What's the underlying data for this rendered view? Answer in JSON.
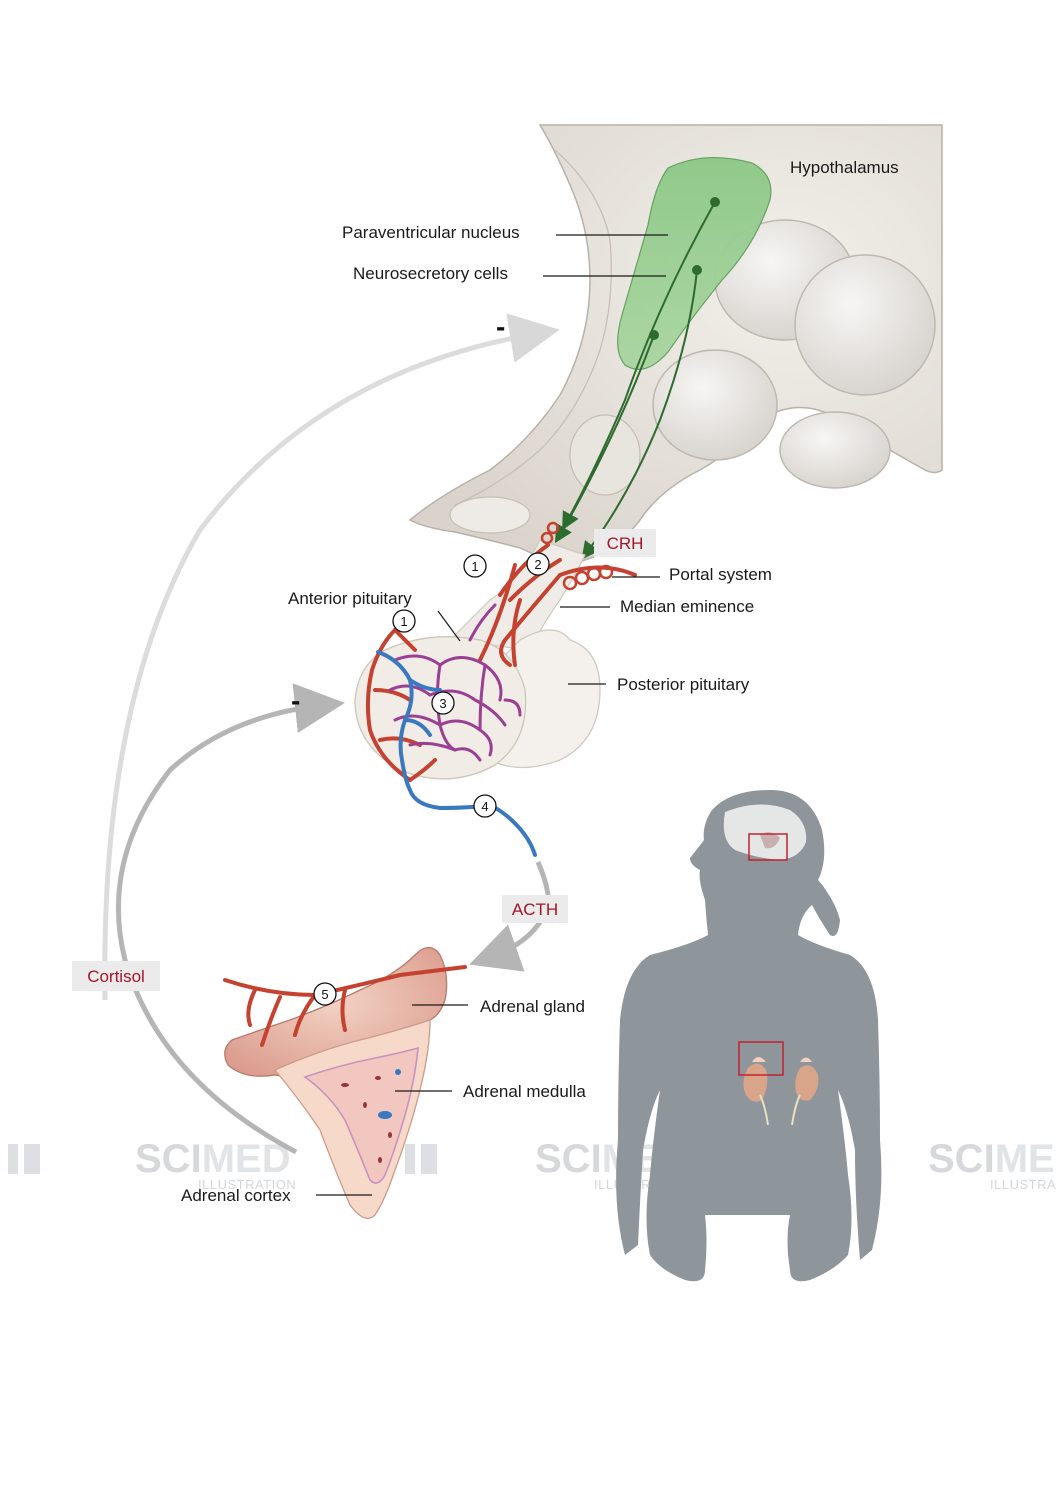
{
  "labels": {
    "hypothalamus": "Hypothalamus",
    "paraventricular": "Paraventricular nucleus",
    "neurosecretory": "Neurosecretory cells",
    "crh": "CRH",
    "portal": "Portal system",
    "median": "Median eminence",
    "anterior": "Anterior pituitary",
    "posterior": "Posterior pituitary",
    "acth": "ACTH",
    "cortisol": "Cortisol",
    "adrenal_gland": "Adrenal gland",
    "adrenal_medulla": "Adrenal medulla",
    "adrenal_cortex": "Adrenal cortex"
  },
  "markers": {
    "m1a": "1",
    "m2": "2",
    "m1b": "1",
    "m3": "3",
    "m4": "4",
    "m5": "5"
  },
  "feedback": {
    "minus_top": "-",
    "minus_mid": "-"
  },
  "watermark": {
    "brand_sci": "SCI",
    "brand_med": "MED",
    "sub": "ILLUSTRATION",
    "brand_me": "ME",
    "sub_cut": "ILLUSTRA"
  },
  "colors": {
    "hormone_text": "#a3162a",
    "tag_bg": "#ebebeb",
    "nucleus_green": "#7dbb7a",
    "axon_green": "#2d6b2f",
    "artery_red": "#c4422f",
    "vein_blue": "#3a78c0",
    "capillary_purple": "#9b3f93",
    "silhouette_grey": "#8e959b",
    "arrow_grey": "#b5b5b5"
  }
}
